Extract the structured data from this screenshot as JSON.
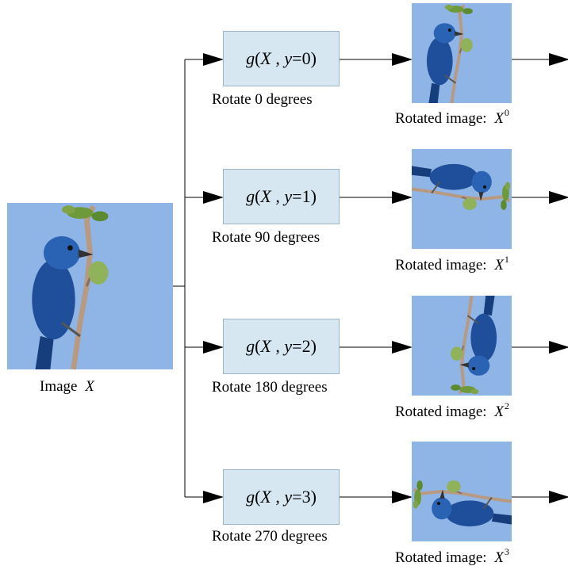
{
  "input": {
    "caption": "Image",
    "symbol": "X"
  },
  "branches": [
    {
      "func": {
        "name": "g",
        "arg": "X",
        "var": "y",
        "value": "0"
      },
      "label": "Rotate 0 degrees",
      "output_caption": "Rotated image:",
      "output_symbol": "X",
      "output_sup": "0",
      "rotation_deg": 0
    },
    {
      "func": {
        "name": "g",
        "arg": "X",
        "var": "y",
        "value": "1"
      },
      "label": "Rotate 90 degrees",
      "output_caption": "Rotated image:",
      "output_symbol": "X",
      "output_sup": "1",
      "rotation_deg": 90
    },
    {
      "func": {
        "name": "g",
        "arg": "X",
        "var": "y",
        "value": "2"
      },
      "label": "Rotate 180 degrees",
      "output_caption": "Rotated image:",
      "output_symbol": "X",
      "output_sup": "2",
      "rotation_deg": 180
    },
    {
      "func": {
        "name": "g",
        "arg": "X",
        "var": "y",
        "value": "3"
      },
      "label": "Rotate 270 degrees",
      "output_caption": "Rotated image:",
      "output_symbol": "X",
      "output_sup": "3",
      "rotation_deg": 270
    }
  ],
  "colors": {
    "sky": "#8fb4e6",
    "box_fill": "#d6e7f2",
    "bird": "#1f4f9a",
    "branch": "#b89a82",
    "leaf": "#7fa446",
    "line": "#000000"
  }
}
